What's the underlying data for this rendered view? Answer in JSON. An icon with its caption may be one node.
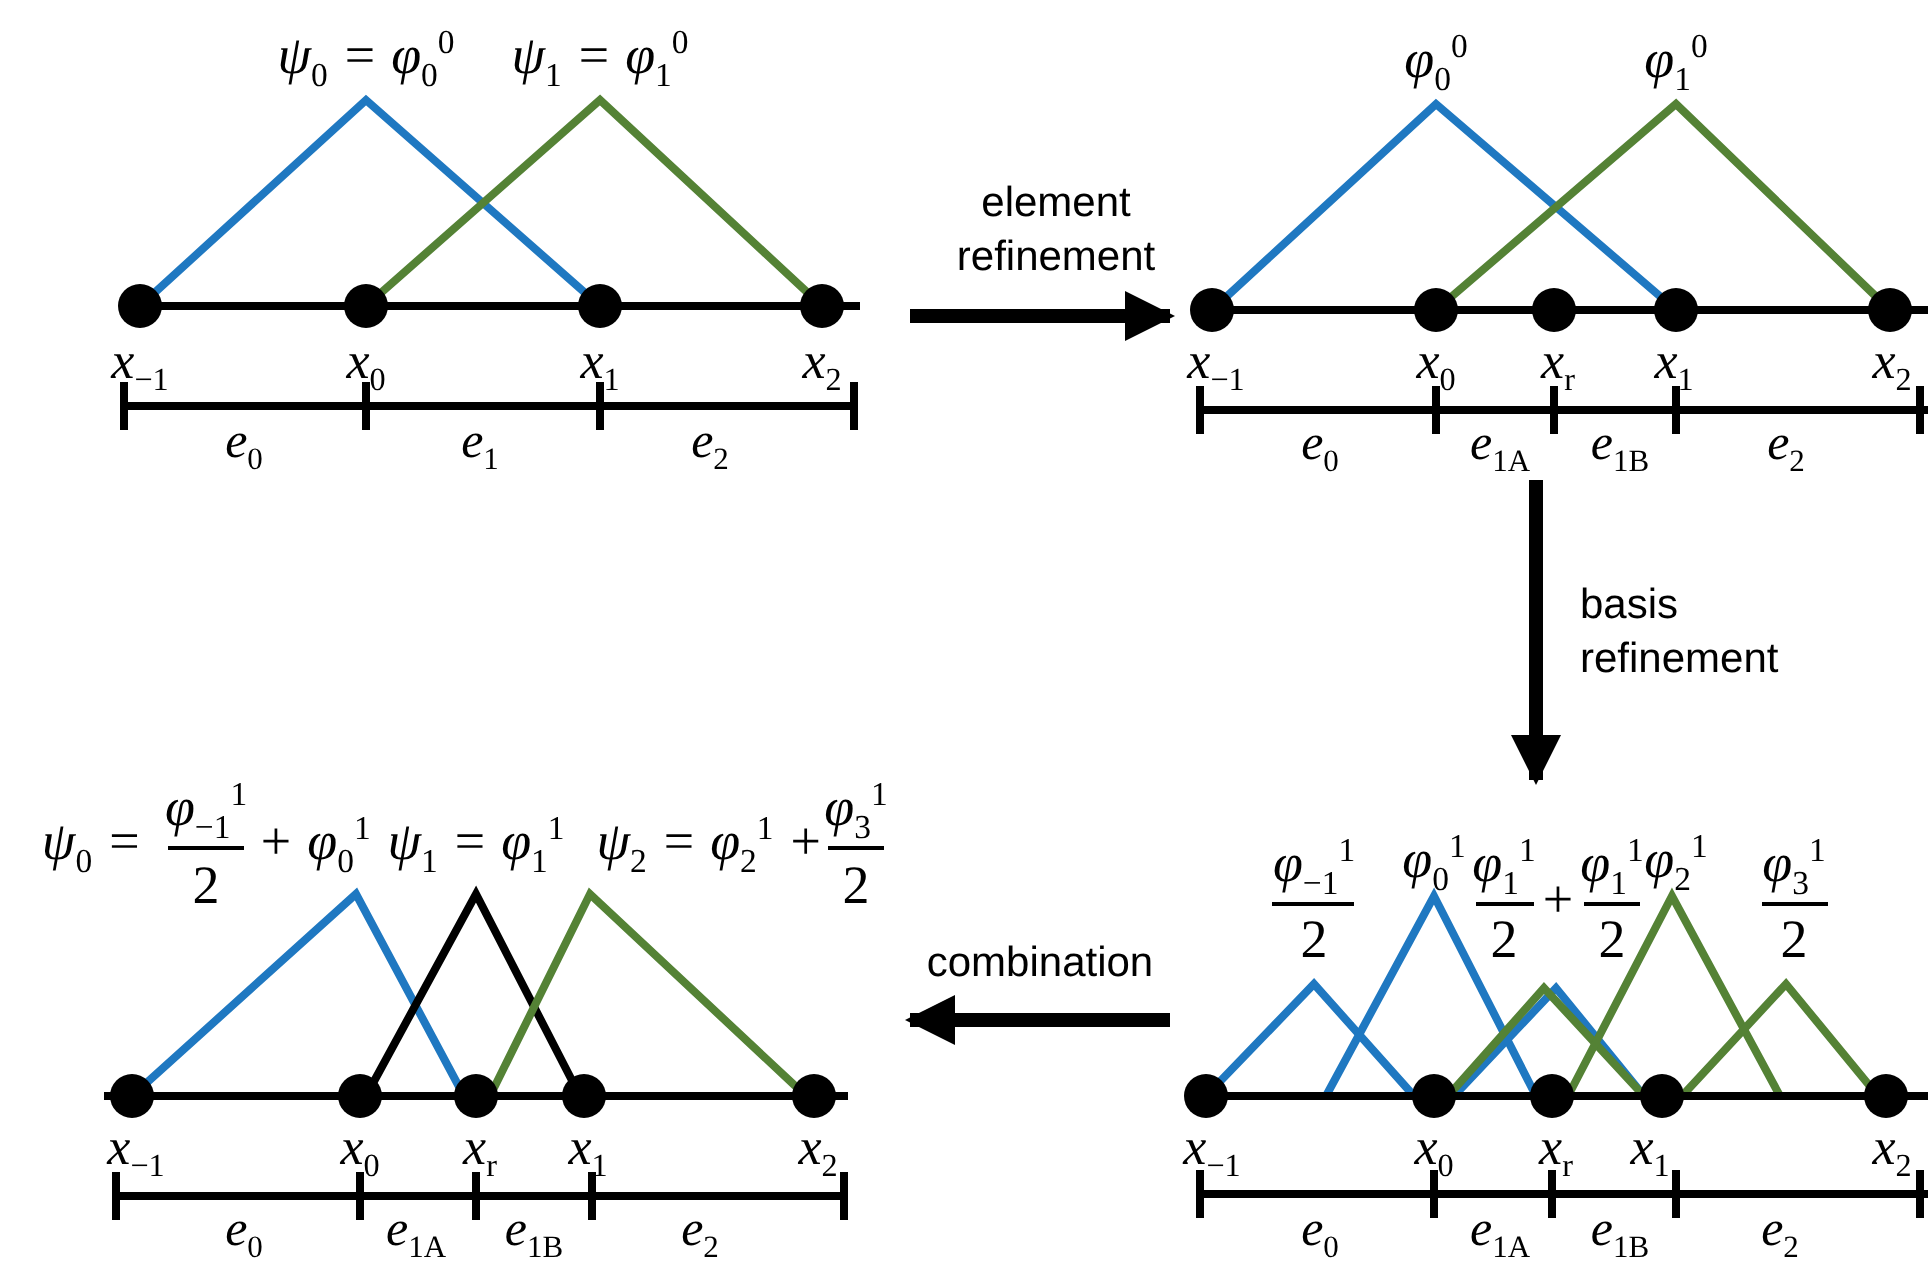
{
  "diagram": {
    "nodes": [
      {
        "text": [
          "ψ$_{0}$ = φ$_{0}$$^{0}$",
          "ψ$_{1}$ = φ$_{1}$$^{0}$",
          "x$_{−1}$",
          "x$_{0}$",
          "x$_{1}$",
          "x$_{2}$",
          "e$_{0}$",
          "e$_{1}$",
          "e$_{2}$"
        ]
      },
      {
        "text": [
          "φ$_{0}$$^{0}$",
          "φ$_{1}$$^{0}$",
          "x$_{−1}$",
          "x$_{0}$",
          "x$_{r}$",
          "x$_{1}$",
          "x$_{2}$",
          "e$_{0}$",
          "e$_{1A}$",
          "e$_{1B}$",
          "e$_{2}$"
        ]
      },
      {
        "text": [
          "φ$_{−1}$$^{1}$",
          "2",
          "φ$_{0}$$^{1}$",
          "φ$_{1}$$^{1}$",
          "2",
          "+",
          "φ$_{1}$$^{1}$",
          "2",
          "φ$_{2}$$^{1}$",
          "φ$_{3}$$^{1}$",
          "2",
          "x$_{−1}$",
          "x$_{0}$",
          "x$_{r}$",
          "x$_{1}$",
          "x$_{2}$",
          "e$_{0}$",
          "e$_{1A}$",
          "e$_{1B}$",
          "e$_{2}$"
        ]
      },
      {
        "text": [
          "ψ$_{0}$ =",
          "φ$_{−1}$$^{1}$",
          "2",
          "+ φ$_{0}$$^{1}$",
          "ψ$_{1}$ = φ$_{1}$$^{1}$",
          "ψ$_{2}$ = φ$_{2}$$^{1}$ +",
          "φ$_{3}$$^{1}$",
          "2",
          "x$_{−1}$",
          "x$_{0}$",
          "x$_{r}$",
          "x$_{1}$",
          "x$_{2}$",
          "e$_{0}$",
          "e$_{1A}$",
          "e$_{1B}$",
          "e$_{2}$"
        ]
      }
    ],
    "edges": [
      {
        "from": 0,
        "to": 1,
        "arrow": "to",
        "label": "element refinement"
      },
      {
        "from": 1,
        "to": 2,
        "arrow": "to",
        "label": "basis refinement"
      },
      {
        "from": 2,
        "to": 3,
        "arrow": "to",
        "label": "combination"
      }
    ]
  }
}
